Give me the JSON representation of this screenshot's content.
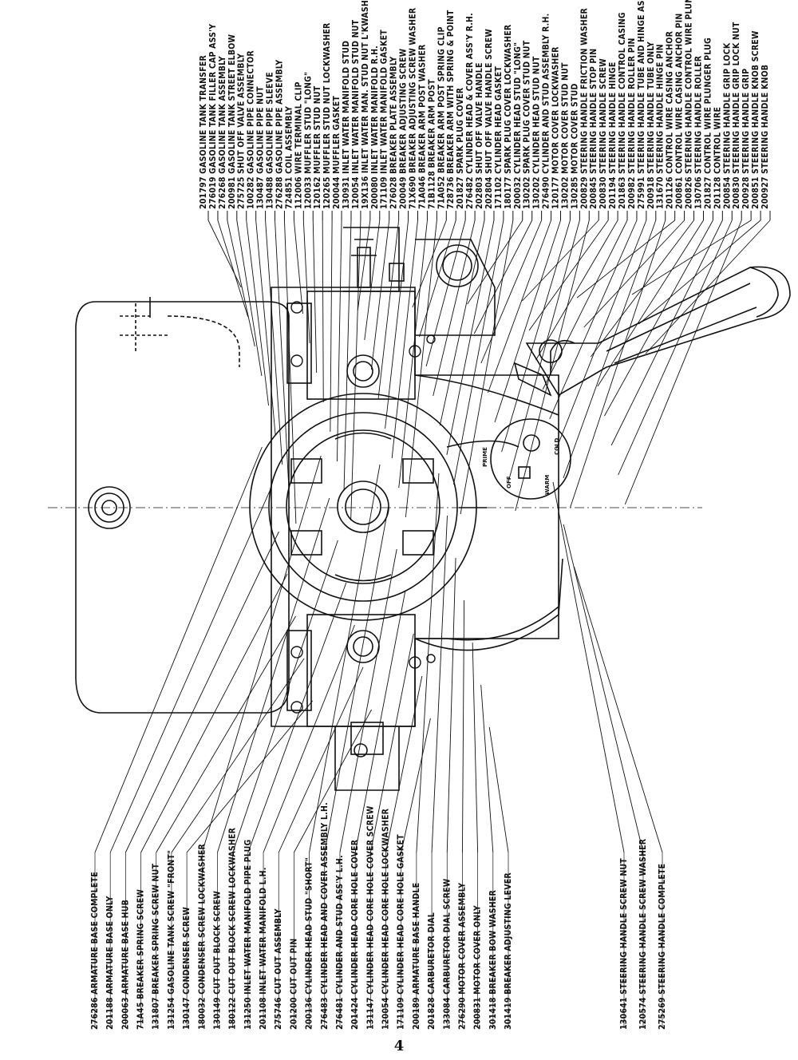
{
  "page_number": "4",
  "dial_labels": {
    "prime": "PRIME",
    "cold": "COLD",
    "warm": "WARM",
    "off": "OFF"
  },
  "callouts_top": [
    {
      "num": "201797",
      "label": "GASOLINE TANK TRANSFER"
    },
    {
      "num": "276019",
      "label": "GASOLINE TANK FILLER CAP ASS'Y"
    },
    {
      "num": "276268",
      "label": "GASOLINE TANK ASSEMBLY"
    },
    {
      "num": "200981",
      "label": "GASOLINE TANK STREET ELBOW"
    },
    {
      "num": "275725",
      "label": "SHUT OFF VALVE ASSEMBLY"
    },
    {
      "num": "100282",
      "label": "GASOLINE PIPE CONNECTOR"
    },
    {
      "num": "130487",
      "label": "GASOLINE PIPE NUT"
    },
    {
      "num": "130488",
      "label": "GASOLINE PIPE SLEEVE"
    },
    {
      "num": "276288",
      "label": "GASOLINE PIPE ASSEMBLY"
    },
    {
      "num": "724851",
      "label": "COIL ASSEMBLY"
    },
    {
      "num": "112006",
      "label": "WIRE TERMINAL CLIP"
    },
    {
      "num": "120033",
      "label": "MUFFLER STUD \"LONG\""
    },
    {
      "num": "120162",
      "label": "MUFFLER STUD NUT"
    },
    {
      "num": "120265",
      "label": "MUFFLER STUD NUT LOCKWASHER"
    },
    {
      "num": "200044",
      "label": "MUFFLER GASKET"
    },
    {
      "num": "130931",
      "label": "INLET WATER MANIFOLD STUD"
    },
    {
      "num": "120054",
      "label": "INLET WATER MANIFOLD STUD NUT"
    },
    {
      "num": "19X136",
      "label": "INLET WATER MAN. STUD NUT L'KWASH"
    },
    {
      "num": "200080",
      "label": "INLET WATER MANIFOLD R.H."
    },
    {
      "num": "171109",
      "label": "INLET WATER MANIFOLD GASKET"
    },
    {
      "num": "276028",
      "label": "BREAKER PLATE ASSEMBLY"
    },
    {
      "num": "200049",
      "label": "BREAKER ADJUSTING SCREW"
    },
    {
      "num": "71X690",
      "label": "BREAKER ADJUSTING SCREW WASHER"
    },
    {
      "num": "71A046",
      "label": "BREAKER ARM POST WASHER"
    },
    {
      "num": "71B1128",
      "label": "BREAKER ARM POST"
    },
    {
      "num": "71A052",
      "label": "BREAKER ARM POST SPRING CLIP"
    },
    {
      "num": "728736",
      "label": "BREAKER ARM WITH SPRING & POINT"
    },
    {
      "num": "201827",
      "label": "SPARK PLUG COVER"
    },
    {
      "num": "276482",
      "label": "CYLINDER HEAD & COVER ASS'Y R.H."
    },
    {
      "num": "202803",
      "label": "SHUT OFF VALVE HANDLE"
    },
    {
      "num": "202804",
      "label": "SHUT OFF VALVE HANDLE SCREW"
    },
    {
      "num": "171102",
      "label": "CYLINDER HEAD GASKET"
    },
    {
      "num": "180177",
      "label": "SPARK PLUG COVER LOCKWASHER"
    },
    {
      "num": "200032",
      "label": "CYLINDER HEAD STUD \"LONG\""
    },
    {
      "num": "130202",
      "label": "SPARK PLUG COVER STUD NUT"
    },
    {
      "num": "130202",
      "label": "CYLINDER HEAD STUD NUT"
    },
    {
      "num": "276490",
      "label": "CYLINDER AND STUD ASSEMBLY R.H."
    },
    {
      "num": "120177",
      "label": "MOTOR COVER LOCKWASHER"
    },
    {
      "num": "130202",
      "label": "MOTOR COVER STUD NUT"
    },
    {
      "num": "130285",
      "label": "MOTOR COVER STUD"
    },
    {
      "num": "200829",
      "label": "STEERING HANDLE FRICTION WASHER"
    },
    {
      "num": "200845",
      "label": "STEERING HANDLE STOP PIN"
    },
    {
      "num": "200830",
      "label": "STEERING HANDLE SCREW"
    },
    {
      "num": "201194",
      "label": "STEERING HANDLE HINGE"
    },
    {
      "num": "201863",
      "label": "STEERING HANDLE CONTROL CASING"
    },
    {
      "num": "200982",
      "label": "STEERING HANDLE ROLLER PIN"
    },
    {
      "num": "275991",
      "label": "STEERING HANDLE TUBE AND HINGE ASSEMBLY"
    },
    {
      "num": "200918",
      "label": "STEERING HANDLE TUBE ONLY"
    },
    {
      "num": "131670",
      "label": "STEERING HANDLE HINGE PIN"
    },
    {
      "num": "201126",
      "label": "CONTROL WIRE CASING ANCHOR"
    },
    {
      "num": "200861",
      "label": "CONTROL WIRE CASING ANCHOR PIN"
    },
    {
      "num": "200826",
      "label": "STEERING HANDLE CONTROL WIRE PLUNGER"
    },
    {
      "num": "130706",
      "label": "STEERING HANDLE ROLLER"
    },
    {
      "num": "201827",
      "label": "CONTROL WIRE PLUNGER PLUG"
    },
    {
      "num": "201128",
      "label": "CONTROL WIRE"
    },
    {
      "num": "200854",
      "label": "STEERING HANDLE GRIP LOCK"
    },
    {
      "num": "200830",
      "label": "STEERING HANDLE GRIP LOCK NUT"
    },
    {
      "num": "200928",
      "label": "STEERING HANDLE GRIP"
    },
    {
      "num": "200851",
      "label": "STEERING HANDLE KNOB SCREW"
    },
    {
      "num": "200927",
      "label": "STEERING HANDLE KNOB"
    }
  ],
  "callouts_bottom": [
    {
      "num": "276286",
      "label": "ARMATURE BASE COMPLETE"
    },
    {
      "num": "201188",
      "label": "ARMATURE BASE ONLY"
    },
    {
      "num": "200063",
      "label": "ARMATURE BASE HUB"
    },
    {
      "num": "71A45",
      "label": "BREAKER SPRING SCREW"
    },
    {
      "num": "131807",
      "label": "BREAKER SPRING SCREW NUT"
    },
    {
      "num": "131254",
      "label": "GASOLINE TANK SCREW \"FRONT\""
    },
    {
      "num": "130147",
      "label": "CONDENSER SCREW"
    },
    {
      "num": "180032",
      "label": "CONDENSER SCREW LOCKWASHER"
    },
    {
      "num": "130149",
      "label": "CUT OUT BLOCK SCREW"
    },
    {
      "num": "180122",
      "label": "CUT OUT BLOCK SCREW LOCKWASHER"
    },
    {
      "num": "131250",
      "label": "INLET WATER MANIFOLD PIPE PLUG"
    },
    {
      "num": "201108",
      "label": "INLET WATER MANIFOLD L.H."
    },
    {
      "num": "275746",
      "label": "CUT OUT ASSEMBLY"
    },
    {
      "num": "201200",
      "label": "CUT OUT PIN"
    },
    {
      "num": "200136",
      "label": "CYLINDER HEAD STUD \"SHORT\""
    },
    {
      "num": "276483",
      "label": "CYLINDER HEAD AND COVER ASSEMBLY L.H."
    },
    {
      "num": "276481",
      "label": "CYLINDER AND STUD ASS'Y L.H."
    },
    {
      "num": "201424",
      "label": "CYLINDER HEAD CORE HOLE COVER"
    },
    {
      "num": "131147",
      "label": "CYLINDER HEAD CORE HOLE COVER SCREW"
    },
    {
      "num": "120054",
      "label": "CYLINDER HEAD CORE HOLE LOCKWASHER"
    },
    {
      "num": "171109",
      "label": "CYLINDER HEAD CORE HOLE GASKET"
    },
    {
      "num": "200189",
      "label": "ARMATURE BASE HANDLE"
    },
    {
      "num": "201828",
      "label": "CARBURETOR DIAL"
    },
    {
      "num": "133084",
      "label": "CARBURETOR DIAL SCREW"
    },
    {
      "num": "276290",
      "label": "MOTOR COVER ASSEMBLY"
    },
    {
      "num": "200831",
      "label": "MOTOR COVER ONLY"
    },
    {
      "num": "301418",
      "label": "BREAKER BOW WASHER"
    },
    {
      "num": "301419",
      "label": "BREAKER ADJUSTING LEVER"
    },
    {
      "num": "130641",
      "label": "STEERING HANDLE SCREW NUT"
    },
    {
      "num": "120574",
      "label": "STEERING HANDLE SCREW WASHER"
    },
    {
      "num": "275269",
      "label": "STEERING HANDLE COMPLETE"
    }
  ]
}
